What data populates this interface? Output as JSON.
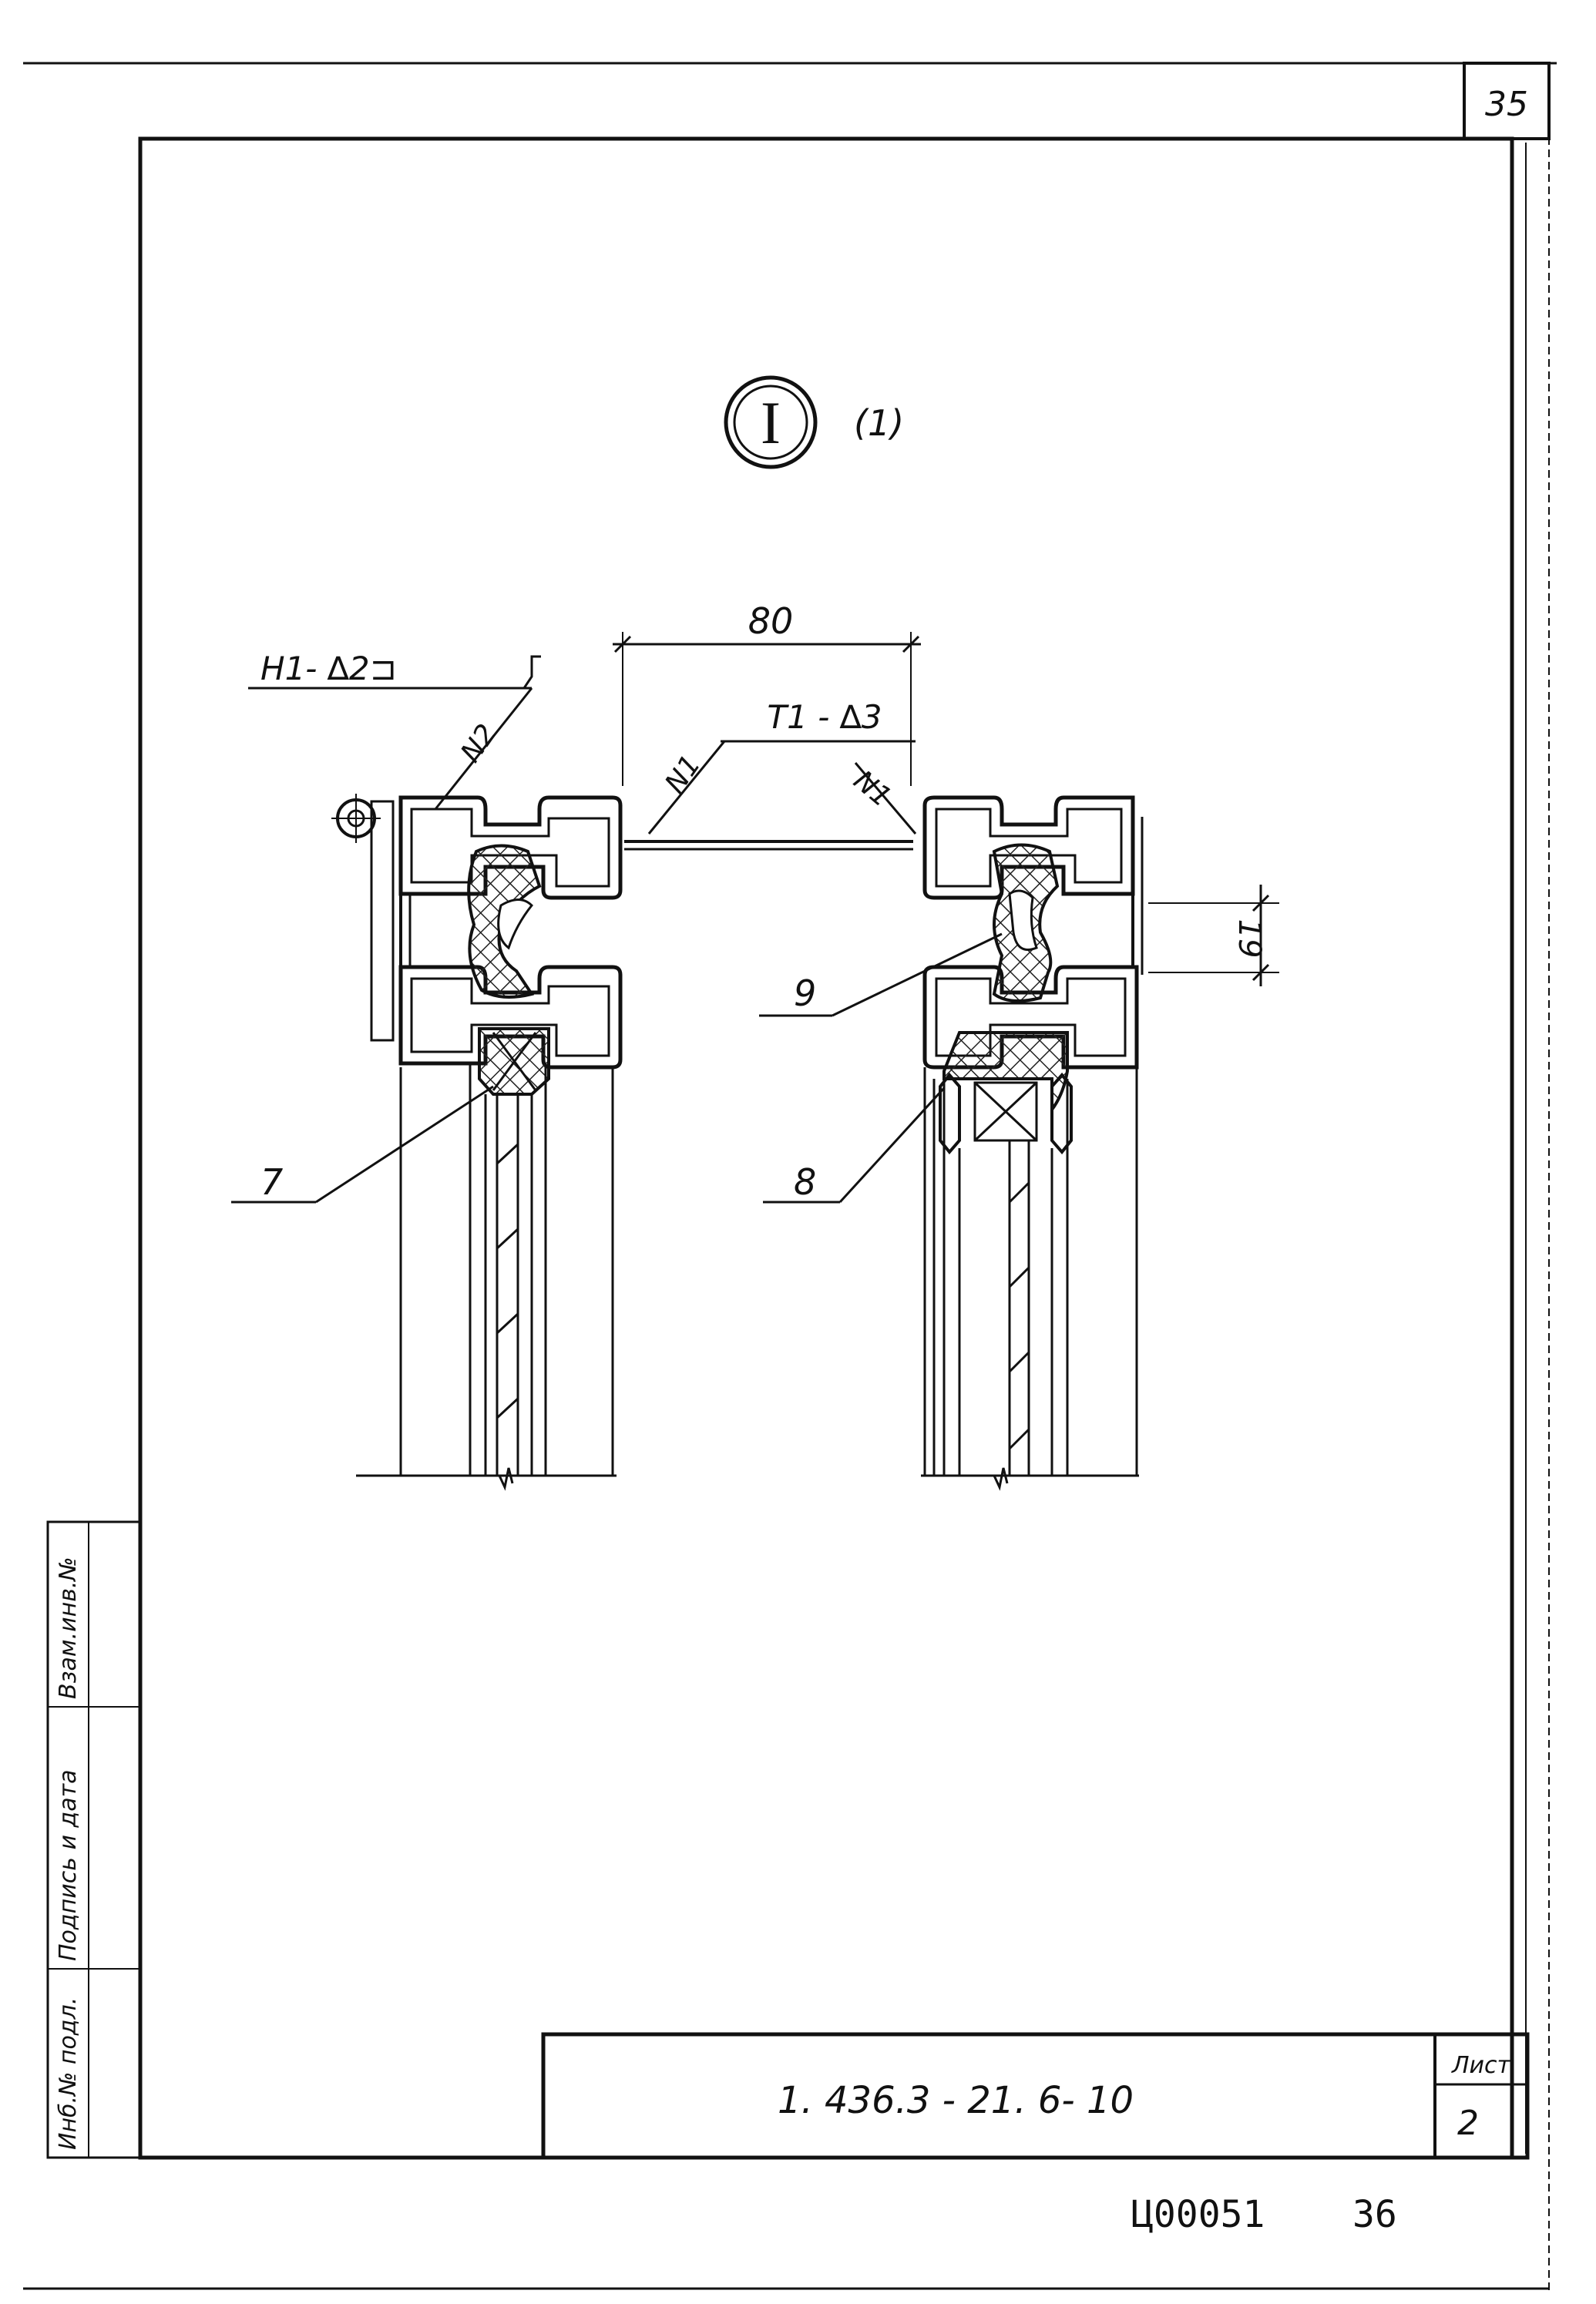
{
  "sheet": {
    "corner_page": "35",
    "detail_marker": {
      "numeral": "I",
      "reference": "(1)"
    }
  },
  "annotations": {
    "weld_left": "Н1- ∆2⊐",
    "weld_left_angle": "N2",
    "dimension_width": "80",
    "weld_center": "Т1 - ∆3",
    "weld_center_left": "N1",
    "weld_center_right": "N1",
    "dimension_height": "19"
  },
  "callouts": [
    "7",
    "8",
    "9"
  ],
  "side_stamp": {
    "cell_inventory": "Инб.№ подл.",
    "cell_signature": "Подпись и дата",
    "cell_replace": "Взам.инв.№"
  },
  "title_block": {
    "designation": "1. 436.3 - 21. 6- 10",
    "sheet_label": "Лист",
    "sheet_number": "2"
  },
  "footer": {
    "archive_code": "Ц00051",
    "archive_page": "36"
  },
  "colors": {
    "ink": "#111111",
    "paper": "#ffffff",
    "hatch": "#222222"
  }
}
